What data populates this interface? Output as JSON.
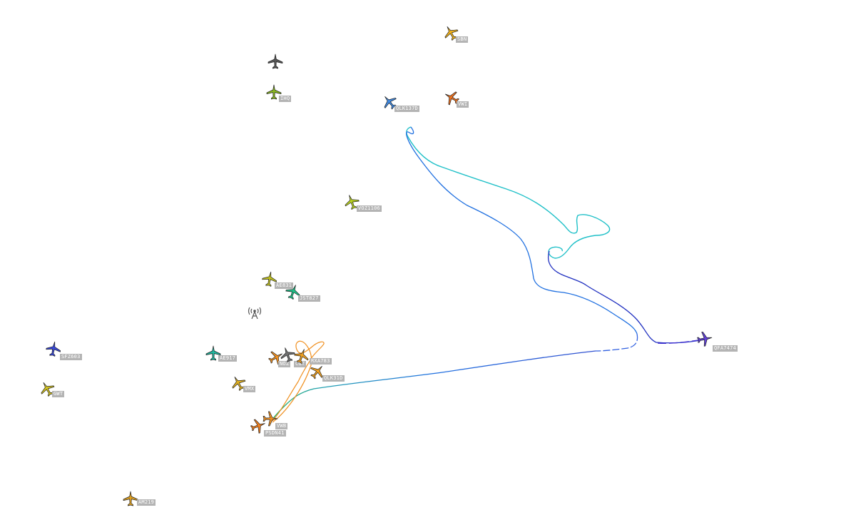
{
  "map": {
    "aircraft": [
      {
        "callsign": "SBN",
        "color": "#f0b21c",
        "icon": "aircraft-icon"
      },
      {
        "callsign": "",
        "color": "#555555",
        "icon": "aircraft-icon"
      },
      {
        "callsign": "IHQ",
        "color": "#8ab820",
        "icon": "aircraft-icon"
      },
      {
        "callsign": "QLK137D",
        "color": "#3f88e0",
        "icon": "aircraft-icon"
      },
      {
        "callsign": "VWI",
        "color": "#e87020",
        "icon": "aircraft-icon"
      },
      {
        "callsign": "VOZ1106",
        "color": "#b8d020",
        "icon": "aircraft-icon"
      },
      {
        "callsign": "AE831",
        "color": "#c0c020",
        "icon": "aircraft-icon"
      },
      {
        "callsign": "JST827",
        "color": "#20c088",
        "icon": "aircraft-icon"
      },
      {
        "callsign": "SFZ603",
        "color": "#3848d8",
        "icon": "aircraft-icon"
      },
      {
        "callsign": "AE917",
        "color": "#20b8a0",
        "icon": "aircraft-icon"
      },
      {
        "callsign": "GWT",
        "color": "#d0c020",
        "icon": "aircraft-icon"
      },
      {
        "callsign": "VMX",
        "color": "#e0b020",
        "icon": "aircraft-icon"
      },
      {
        "callsign": "NOZ",
        "color": "#f09020",
        "icon": "aircraft-icon"
      },
      {
        "callsign": "CGT",
        "color": "#707070",
        "icon": "aircraft-icon"
      },
      {
        "callsign": "RXA783",
        "color": "#f0a020",
        "icon": "aircraft-icon"
      },
      {
        "callsign": "QLK31D",
        "color": "#f0a020",
        "icon": "aircraft-icon"
      },
      {
        "callsign": "VWB",
        "color": "#f09020",
        "icon": "aircraft-icon"
      },
      {
        "callsign": "PSDN41",
        "color": "#f08020",
        "icon": "aircraft-icon"
      },
      {
        "callsign": "AM219",
        "color": "#e0a020",
        "icon": "aircraft-icon"
      },
      {
        "callsign": "QFA7474",
        "color": "#6040d8",
        "icon": "aircraft-icon"
      }
    ],
    "receiver_icon": "antenna-icon",
    "track_colors": [
      "#20c0c8",
      "#2070e0",
      "#2030c0",
      "#20b060",
      "#f09020"
    ]
  }
}
